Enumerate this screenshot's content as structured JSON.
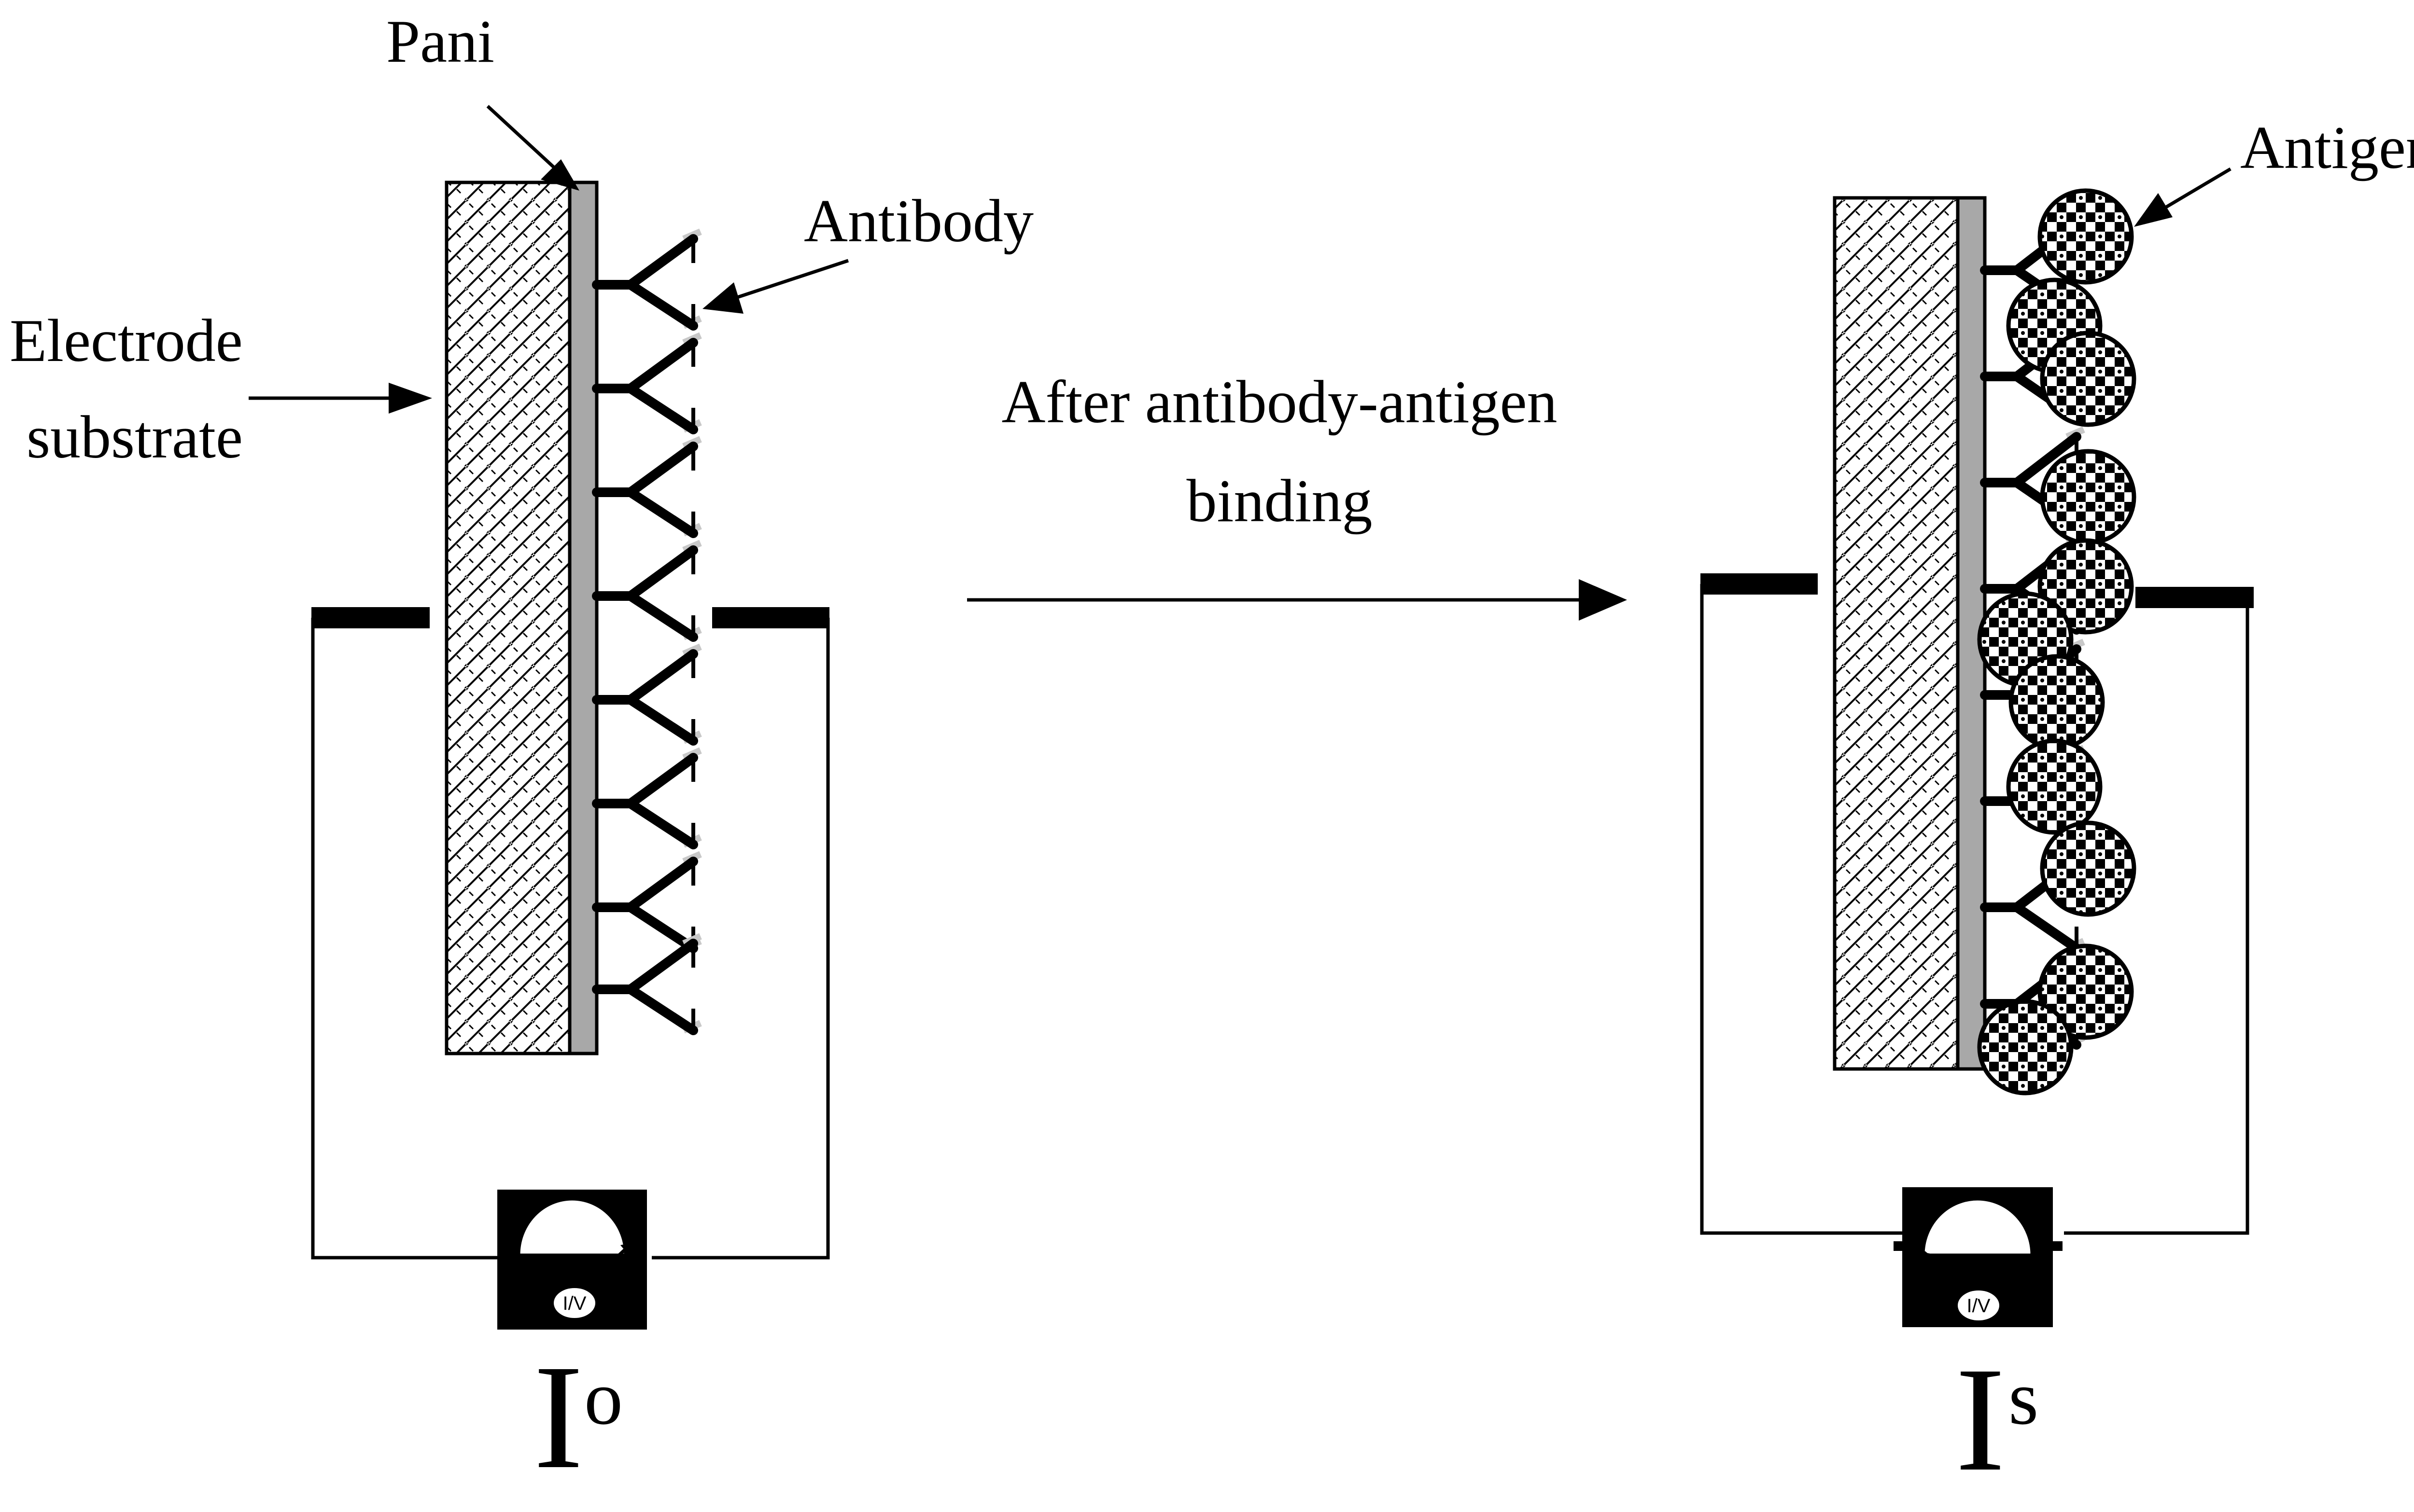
{
  "labels": {
    "pani": "Pani",
    "antibody": "Antibody",
    "electrode_line1": "Electrode",
    "electrode_line2": "substrate",
    "process_line1": "After antibody-antigen",
    "process_line2": "binding",
    "antigen": "Antigen"
  },
  "current_before": {
    "base": "I",
    "superscript": "o"
  },
  "current_after": {
    "base": "I",
    "superscript": "s"
  },
  "meter_label": "I/V",
  "colors": {
    "ink": "#000000",
    "pani_layer": "#a8a8a8",
    "antibody_tip": "#c8c8c8",
    "background": "#ffffff"
  }
}
